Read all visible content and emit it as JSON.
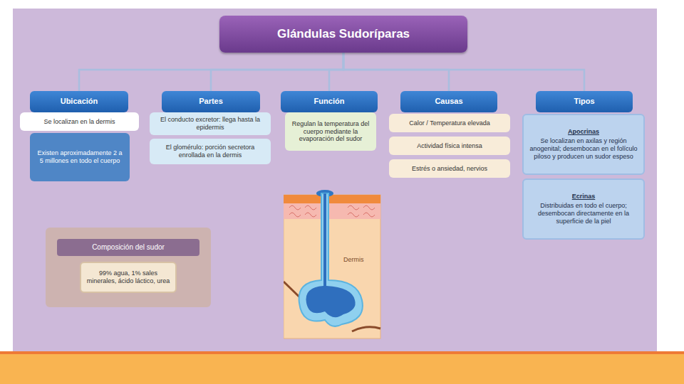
{
  "diagram": {
    "nodes": [
      {
        "text": [
          "Glándulas Sudoríparas"
        ]
      },
      {
        "text": [
          "Ubicación"
        ]
      },
      {
        "text": [
          "Partes"
        ]
      },
      {
        "text": [
          "Función"
        ]
      },
      {
        "text": [
          "Causas"
        ]
      },
      {
        "text": [
          "Tipos"
        ]
      },
      {
        "text": [
          "Se localizan en la dermis"
        ]
      },
      {
        "text": [
          "Existen aproximadamente 2 a 5 millones en todo el cuerpo"
        ]
      },
      {
        "text": [
          "El conducto excretor: llega hasta la epidermis"
        ]
      },
      {
        "text": [
          "El glomérulo: porción secretora enrollada en la dermis"
        ]
      },
      {
        "text": [
          "Regulan la temperatura del cuerpo mediante la evaporación del sudor"
        ]
      },
      {
        "text": [
          "Calor / Temperatura elevada"
        ]
      },
      {
        "text": [
          "Actividad física intensa"
        ]
      },
      {
        "text": [
          "Estrés o ansiedad, nervios"
        ]
      },
      {
        "text": [
          "Apocrinas",
          "Se localizan en axilas y región anogenital; desembocan en el folículo piloso y producen un sudor espeso"
        ]
      },
      {
        "text": [
          "Ecrinas",
          "Distribuidas en todo el cuerpo; desembocan directamente en la superficie de la piel"
        ]
      },
      {
        "text": [
          "Composición del sudor"
        ]
      },
      {
        "text": [
          "99% agua, 1% sales minerales, ácido láctico, urea"
        ],
        "in": 16
      }
    ],
    "edges": [
      {
        "from": 0,
        "to": 1,
        "arrow": "none"
      },
      {
        "from": 0,
        "to": 2,
        "arrow": "none"
      },
      {
        "from": 0,
        "to": 3,
        "arrow": "none"
      },
      {
        "from": 0,
        "to": 4,
        "arrow": "none"
      },
      {
        "from": 0,
        "to": 5,
        "arrow": "none"
      }
    ],
    "labels": [
      "Dermis"
    ]
  }
}
